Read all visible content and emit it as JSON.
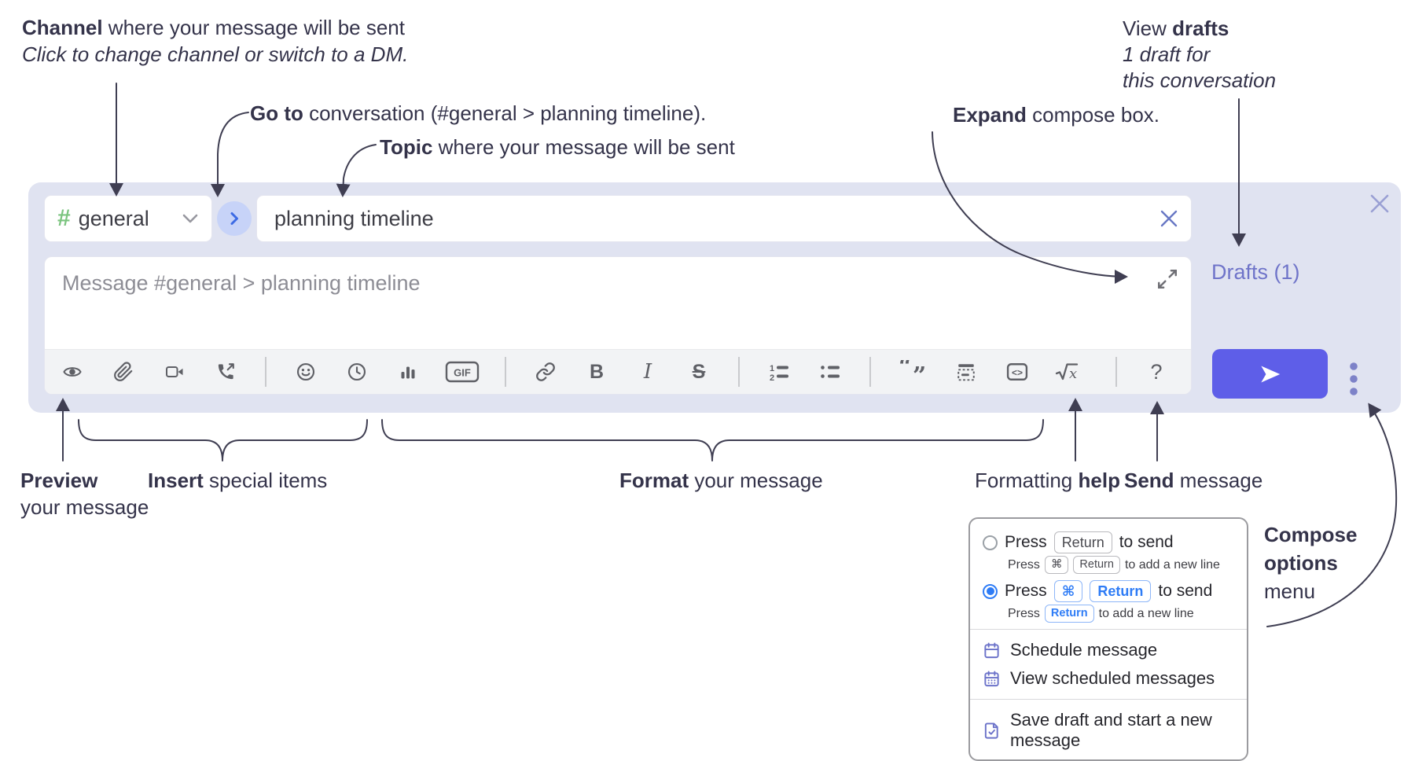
{
  "annotations": {
    "channel": {
      "bold": "Channel",
      "rest": " where your message will be sent",
      "italic": "Click to change channel or switch to a DM."
    },
    "goto": {
      "bold": "Go to",
      "rest": " conversation (#general > planning timeline)."
    },
    "topic": {
      "bold": "Topic",
      "rest": " where your message will be sent"
    },
    "expand": {
      "bold": "Expand",
      "rest": " compose box."
    },
    "drafts": {
      "pre": "View ",
      "bold": "drafts",
      "line2": "1 draft for",
      "line3": "this conversation"
    },
    "preview": {
      "bold": "Preview",
      "line2": "your message"
    },
    "insert": {
      "bold": "Insert",
      "rest": " special items"
    },
    "format": {
      "bold": "Format",
      "rest": " your message"
    },
    "help": {
      "pre": "Formatting ",
      "bold": "help"
    },
    "send": {
      "bold": "Send",
      "rest": " message"
    },
    "compose_options": {
      "bold1": "Compose",
      "bold2": "options",
      "rest": "menu"
    }
  },
  "compose": {
    "channel": {
      "hash": "#",
      "name": "general"
    },
    "topic_value": "planning timeline",
    "message_placeholder": "Message #general > planning timeline",
    "drafts_link": "Drafts (1)",
    "toolbar": {
      "gif_label": "GIF",
      "bold_label": "B",
      "italic_label": "I",
      "strike_label": "S",
      "num1": "1",
      "num2": "2",
      "quote_open": "“",
      "quote_close": "”",
      "code_label": "<>",
      "math_x": "x",
      "help_label": "?"
    },
    "icon_names": [
      "eye-icon",
      "paperclip-icon",
      "video-camera-icon",
      "phone-call-icon",
      "smiley-icon",
      "clock-icon",
      "bar-chart-icon",
      "gif-icon",
      "link-icon",
      "bold-icon",
      "italic-icon",
      "strikethrough-icon",
      "numbered-list-icon",
      "bulleted-list-icon",
      "quote-icon",
      "spoiler-icon",
      "code-icon",
      "math-icon",
      "question-mark-icon",
      "expand-icon",
      "send-plane-icon",
      "vertical-dots-icon",
      "close-icon"
    ]
  },
  "menu": {
    "opt1": {
      "press": "Press",
      "key1": "Return",
      "suffix": "to send",
      "sub_press": "Press",
      "sub_key1": "⌘",
      "sub_key2": "Return",
      "sub_suffix": "to add a new line"
    },
    "opt2": {
      "press": "Press",
      "key1": "⌘",
      "key2": "Return",
      "suffix": "to send",
      "sub_press": "Press",
      "sub_key1": "Return",
      "sub_suffix": "to add a new line"
    },
    "items": [
      {
        "label": "Schedule message"
      },
      {
        "label": "View scheduled messages"
      },
      {
        "label": "Save draft and start a new message"
      }
    ]
  },
  "colors": {
    "container": "#e0e3f1",
    "accent_send": "#5e5ee8",
    "drafts_link": "#6f74c9",
    "hash_green": "#7bc47f",
    "key_blue": "#2e7cf6",
    "menu_icon_purple": "#6b72c9",
    "annotation_ink": "#3f3e52"
  }
}
